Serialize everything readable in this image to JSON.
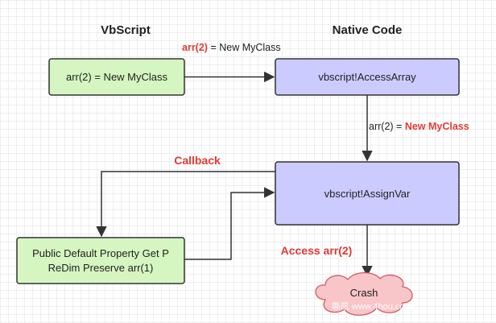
{
  "headings": {
    "left": "VbScript",
    "right": "Native Code"
  },
  "nodes": {
    "arr_assign": "arr(2) = New MyClass",
    "access_array": "vbscript!AccessArray",
    "assign_var": "vbscript!AssignVar",
    "callback_func_line1": "Public Default Property Get P",
    "callback_func_line2": "ReDim Preserve arr(1)",
    "crash": "Crash"
  },
  "edge_labels": {
    "top_red": "arr(2)",
    "top_rest": " = New MyClass",
    "mid_plain": "arr(2) = ",
    "mid_red": "New MyClass",
    "callback": "Callback",
    "access": "Access arr(2)"
  },
  "colors": {
    "green_fill": "#d5f5c1",
    "green_stroke": "#333333",
    "purple_fill": "#cccbff",
    "purple_stroke": "#333333",
    "cloud_fill": "#f8c5c8",
    "cloud_stroke": "#d05a62",
    "accent_red": "#e53935"
  },
  "watermark": "嘶吼 www.4hou.com"
}
